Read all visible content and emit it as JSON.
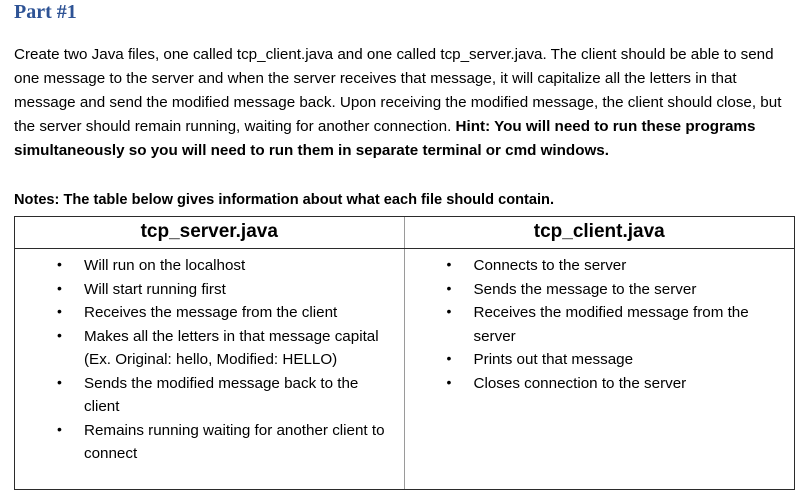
{
  "document": {
    "heading": "Part #1",
    "paragraph": {
      "plain_prefix": "Create two Java files, one called tcp_client.java and one called tcp_server.java. The client should be able to send one message to the server and when the server receives that message, it will capitalize all the letters in that message and send the modified message back. Upon receiving the modified message, the client should close, but the server should remain running, waiting for another connection. ",
      "bold_suffix": "Hint: You will need to run these programs simultaneously so you will need to run them in separate terminal or cmd windows.",
      "full_text": "Create two Java files, one called tcp_client.java and one called tcp_server.java. The client should be able to send one message to the server and when the server receives that message, it will capitalize all the letters in that message and send the modified message back. Upon receiving the modified message, the client should close, but the server should remain running, waiting for another connection. Hint: You will need to run these programs simultaneously so you will need to run them in separate terminal or cmd windows."
    },
    "notes": "Notes: The table below gives information about what each file should contain."
  },
  "table": {
    "columns": [
      {
        "header": "tcp_server.java",
        "items": [
          "Will run on the localhost",
          "Will start running first",
          "Receives the message from the client",
          "Makes all the letters in that message capital (Ex. Original: hello, Modified: HELLO)",
          "Sends the modified message back to the client",
          "Remains running waiting for another client to connect"
        ]
      },
      {
        "header": "tcp_client.java",
        "items": [
          "Connects to the server",
          "Sends the message to the server",
          "Receives the modified message from the server",
          "Prints out that message",
          "Closes connection to the server"
        ]
      }
    ]
  },
  "colors": {
    "heading": "#2E5395",
    "text": "#000000",
    "table_outer_border": "#2B2B2B",
    "table_inner_border": "#9A9A9A",
    "background": "#FFFFFF"
  }
}
